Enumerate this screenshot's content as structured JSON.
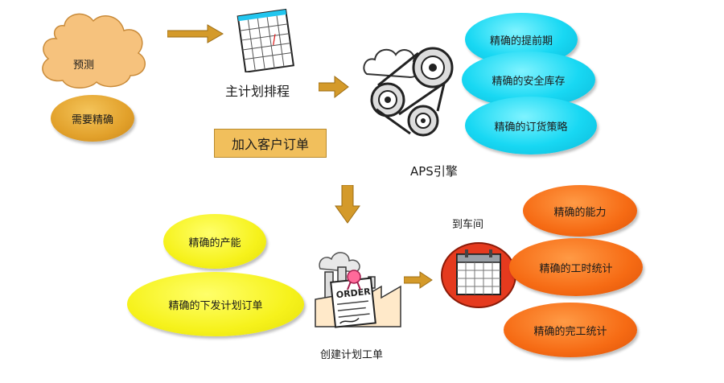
{
  "nodes": {
    "forecast": "预测",
    "need_accuracy": "需要精确",
    "mps": "主计划排程",
    "add_order": "加入客户订单",
    "aps_engine": "APS引擎",
    "lead_time": "精确的提前期",
    "safety_stock": "精确的安全库存",
    "order_policy": "精确的订货策略",
    "to_workshop": "到车间",
    "capacity_right": "精确的能力",
    "labor_stats": "精确的工时统计",
    "completion_stats": "精确的完工统计",
    "capacity_left": "精确的产能",
    "release_plan": "精确的下发计划订单",
    "create_work_order": "创建计划工单",
    "order_doc_text": "ORDER"
  },
  "colors": {
    "cloud": "#f6c27d",
    "cyan": "#18d8f3",
    "gold": "#e2a12b",
    "orange": "#f66b14",
    "yellow": "#f6f21c",
    "arrow": "#d49a2a"
  }
}
